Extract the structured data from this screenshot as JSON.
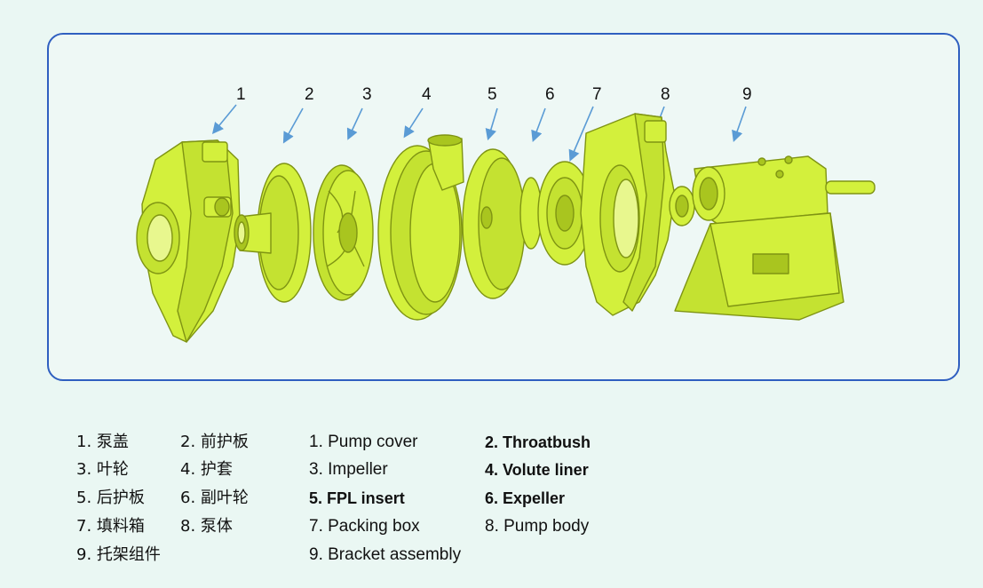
{
  "colors": {
    "part_fill": "#d3f03c",
    "part_stroke": "#7f9413",
    "part_shadow": "#a9c51f",
    "arrow": "#5a9bd5",
    "frame_border": "#2f5fc0",
    "background": "#eaf7f3"
  },
  "callouts": [
    "1",
    "2",
    "3",
    "4",
    "5",
    "6",
    "7",
    "8",
    "9"
  ],
  "legend": {
    "cn": [
      "1. 泵盖",
      "2. 前护板",
      "3. 叶轮",
      "4. 护套",
      "5. 后护板",
      "6. 副叶轮",
      "7. 填料箱",
      "8. 泵体",
      "9. 托架组件"
    ],
    "en": [
      "1. Pump cover",
      "2. Throatbush",
      "3. Impeller",
      "4. Volute liner",
      "5. FPL insert",
      "6. Expeller",
      "7. Packing box",
      "8. Pump body",
      "9. Bracket assembly"
    ]
  }
}
